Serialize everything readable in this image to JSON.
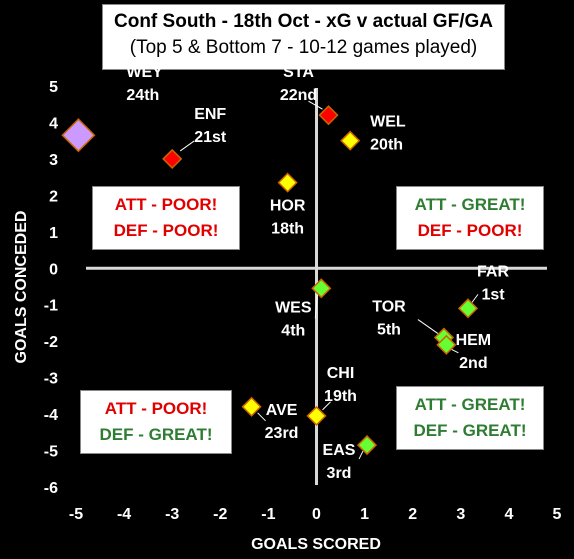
{
  "title": "Conf South - 18th Oct - xG v actual GF/GA",
  "subtitle": "(Top 5 & Bottom 7 - 10-12 games played)",
  "chart_data": {
    "type": "scatter",
    "title": "Conf South - 18th Oct - xG v actual GF/GA",
    "subtitle": "(Top 5 & Bottom 7 - 10-12 games played)",
    "xlabel": "GOALS SCORED",
    "ylabel": "GOALS CONCEDED",
    "xlim": [
      -5,
      5
    ],
    "ylim": [
      -6,
      5
    ],
    "xticks": [
      "-5",
      "-4",
      "-3",
      "-2",
      "-1",
      "0",
      "1",
      "2",
      "3",
      "4",
      "5"
    ],
    "yticks": [
      "5",
      "4",
      "3",
      "2",
      "1",
      "0",
      "-1",
      "-2",
      "-3",
      "-4",
      "-5",
      "-6"
    ],
    "points": [
      {
        "team": "WEY",
        "pos": "24th",
        "x": -4.95,
        "y": 3.65,
        "color": "#cc99ff",
        "size": "large"
      },
      {
        "team": "ENF",
        "pos": "21st",
        "x": -3.0,
        "y": 3.0,
        "color": "#ff0000"
      },
      {
        "team": "STA",
        "pos": "22nd",
        "x": 0.25,
        "y": 4.2,
        "color": "#ff0000"
      },
      {
        "team": "WEL",
        "pos": "20th",
        "x": 0.7,
        "y": 3.5,
        "color": "#ffff00"
      },
      {
        "team": "HOR",
        "pos": "18th",
        "x": -0.6,
        "y": 2.35,
        "color": "#ffff00"
      },
      {
        "team": "WES",
        "pos": "4th",
        "x": 0.1,
        "y": -0.55,
        "color": "#66ff33"
      },
      {
        "team": "FAR",
        "pos": "1st",
        "x": 3.15,
        "y": -1.1,
        "color": "#66ff33"
      },
      {
        "team": "TOR",
        "pos": "5th",
        "x": 2.65,
        "y": -1.9,
        "color": "#66ff33"
      },
      {
        "team": "HEM",
        "pos": "2nd",
        "x": 2.7,
        "y": -2.1,
        "color": "#66ff33"
      },
      {
        "team": "CHI",
        "pos": "19th",
        "x": 0.0,
        "y": -4.05,
        "color": "#ffff00"
      },
      {
        "team": "AVE",
        "pos": "23rd",
        "x": -1.35,
        "y": -3.8,
        "color": "#ffff00"
      },
      {
        "team": "EAS",
        "pos": "3rd",
        "x": 1.05,
        "y": -4.85,
        "color": "#66ff33"
      }
    ]
  },
  "quadrants": {
    "top_left": {
      "att": "ATT - POOR!",
      "def": "DEF - POOR!"
    },
    "top_right": {
      "att": "ATT - GREAT!",
      "def": "DEF - POOR!"
    },
    "bottom_left": {
      "att": "ATT - POOR!",
      "def": "DEF - GREAT!"
    },
    "bottom_right": {
      "att": "ATT - GREAT!",
      "def": "DEF - GREAT!"
    }
  },
  "colors": {
    "red": "#e00000",
    "green": "#2e7d32",
    "axis": "#d9d9d9"
  }
}
